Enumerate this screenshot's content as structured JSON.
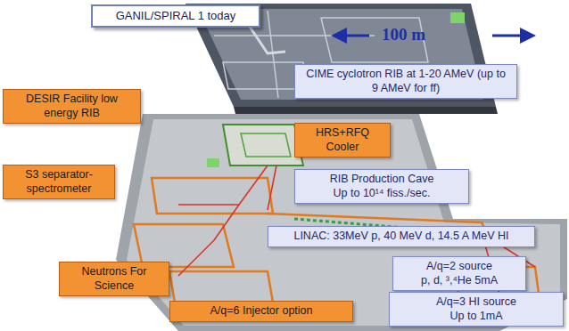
{
  "diagram": {
    "nodes": [
      {
        "text": [
          "GANIL/SPIRAL 1 today"
        ]
      },
      {
        "text": [
          "CIME cyclotron RIB at 1-20 AMeV (up to 9 AMeV for ff)"
        ]
      },
      {
        "text": [
          "DESIR Facility low energy RIB"
        ]
      },
      {
        "text": [
          "HRS+RFQ Cooler"
        ]
      },
      {
        "text": [
          "S3 separator-spectrometer"
        ]
      },
      {
        "text": [
          "RIB Production Cave",
          "Up to 10¹⁴ fiss./sec."
        ]
      },
      {
        "text": [
          "LINAC: 33MeV p, 40 MeV d, 14.5 A MeV HI"
        ]
      },
      {
        "text": [
          "A/q=2 source",
          "p, d, ³,⁴He 5mA"
        ]
      },
      {
        "text": [
          "Neutrons For Science"
        ]
      },
      {
        "text": [
          "A/q=3 HI source",
          "Up to 1mA"
        ]
      },
      {
        "text": [
          "A/q=6 Injector option"
        ]
      }
    ],
    "labels": [
      "100 m"
    ]
  }
}
